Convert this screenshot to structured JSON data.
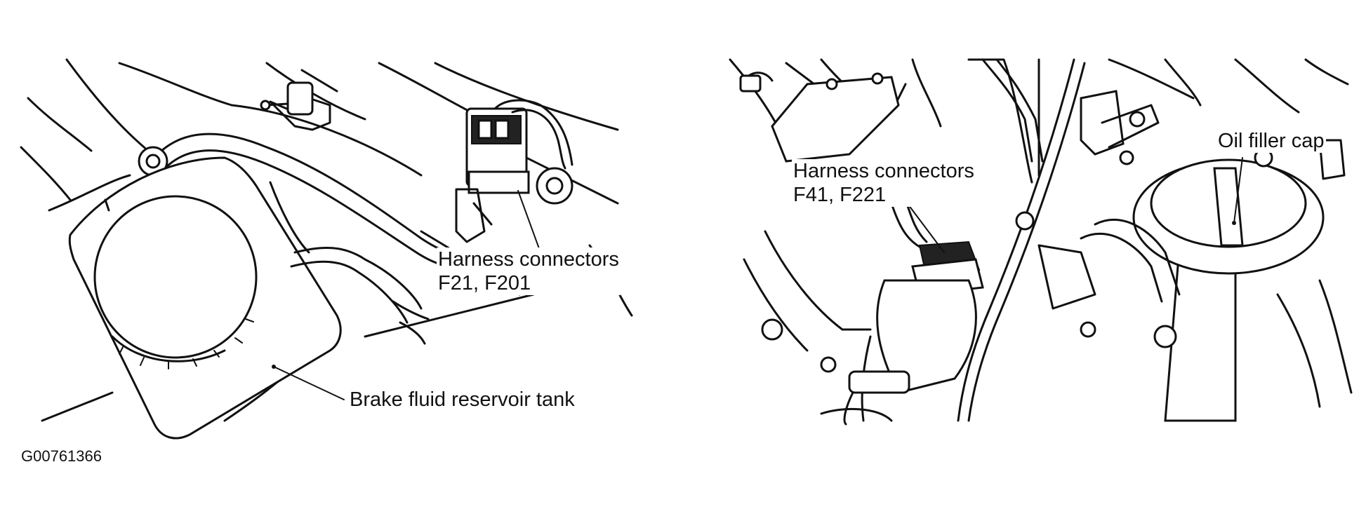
{
  "figure_id": "G00761366",
  "panels": [
    {
      "name": "left",
      "labels": [
        {
          "id": "harness_left",
          "lines": [
            "Harness connectors",
            "F21, F201"
          ]
        },
        {
          "id": "reservoir",
          "lines": [
            "Brake fluid reservoir tank"
          ]
        }
      ]
    },
    {
      "name": "right",
      "labels": [
        {
          "id": "oil_cap",
          "lines": [
            "Oil filler cap"
          ]
        },
        {
          "id": "harness_right",
          "lines": [
            "Harness connectors",
            "F41, F221"
          ]
        }
      ]
    }
  ],
  "colors": {
    "ink": "#111111",
    "paper": "#ffffff"
  }
}
